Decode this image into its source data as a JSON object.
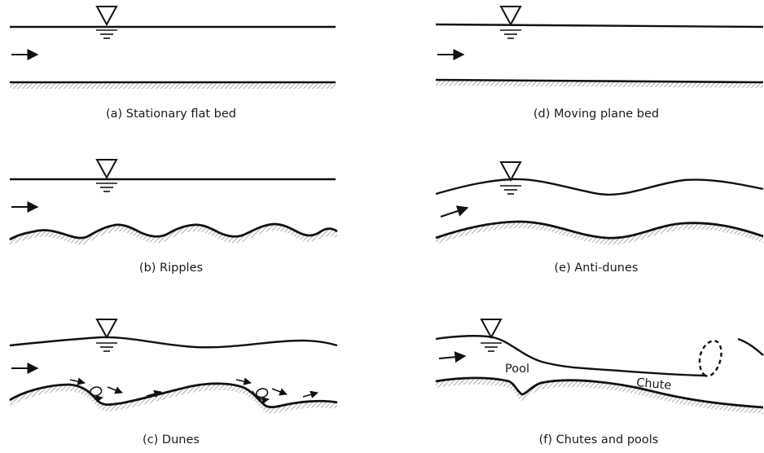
{
  "panels": {
    "a": {
      "caption": "(a) Stationary flat bed"
    },
    "b": {
      "caption": "(b) Ripples"
    },
    "c": {
      "caption": "(c) Dunes"
    },
    "d": {
      "caption": "(d) Moving plane bed"
    },
    "e": {
      "caption": "(e)  Anti-dunes"
    },
    "f": {
      "caption": "(f) Chutes and pools",
      "labels": {
        "pool": "Pool",
        "chute": "Chute"
      }
    }
  },
  "colors": {
    "line": "#111111",
    "hatch": "#9a9a9a"
  },
  "icons": [
    "water-surface-symbol-icon",
    "flow-arrow-icon",
    "eddy-icon"
  ]
}
